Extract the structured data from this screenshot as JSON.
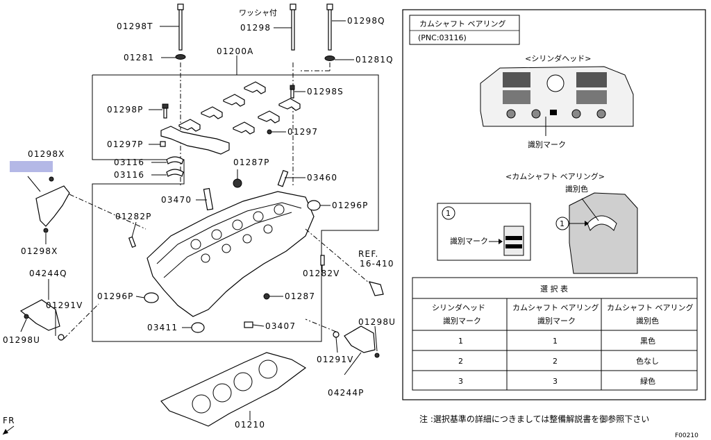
{
  "parts": {
    "p01298T": "01298T",
    "washer_note": "ワッシャ付",
    "p01298": "01298",
    "p01298Q": "01298Q",
    "p01281": "01281",
    "p01200A": "01200A",
    "p01281Q": "01281Q",
    "p01298S": "01298S",
    "p01298P": "01298P",
    "p01297": "01297",
    "p01297P": "01297P",
    "p01298X_top": "01298X",
    "p03116_a": "03116",
    "p03116_b": "03116",
    "p01287P": "01287P",
    "p03460": "03460",
    "p03470": "03470",
    "p01296P_right": "01296P",
    "p01282P": "01282P",
    "p01298X_bottom": "01298X",
    "ref_line1": "REF.",
    "ref_line2": "16-410",
    "p01282V": "01282V",
    "p04244Q": "04244Q",
    "p01291V_left": "01291V",
    "p01296P_left": "01296P",
    "p01287": "01287",
    "p01298U_left": "01298U",
    "p03411": "03411",
    "p03407": "03407",
    "p01298U_right": "01298U",
    "p01291V_right": "01291V",
    "p04244P": "04244P",
    "p01210": "01210",
    "fr": "FR",
    "fig_code": "F00210"
  },
  "info_box": {
    "title": "カムシャフト ベアリング",
    "pnc": "(PNC:03116)",
    "head_caption": "<シリンダヘッド>",
    "id_mark_caption": "識別マーク",
    "bearing_caption": "<カムシャフト ベアリング>",
    "id_color_caption": "識別色",
    "callout_number": "1",
    "bearing_id_mark": "識別マーク",
    "table": {
      "title": "選 択 表",
      "headers": [
        [
          "シリンダヘッド",
          "識別マーク"
        ],
        [
          "カムシャフト ベアリング",
          "識別マーク"
        ],
        [
          "カムシャフト ベアリング",
          "識別色"
        ]
      ],
      "rows": [
        [
          "1",
          "1",
          "黒色"
        ],
        [
          "2",
          "2",
          "色なし"
        ],
        [
          "3",
          "3",
          "緑色"
        ]
      ]
    }
  },
  "note": "注 :選択基準の詳細につきましては整備解説書を御参照下さい",
  "colors": {
    "highlight": "#b4b8e6"
  }
}
